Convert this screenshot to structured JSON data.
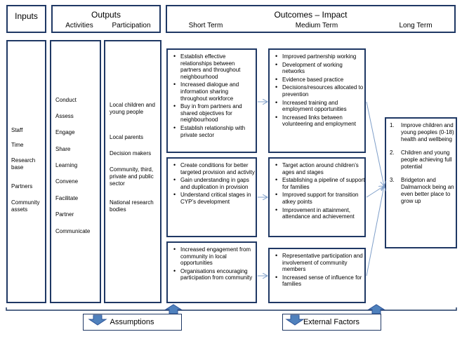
{
  "headers": {
    "inputs": "Inputs",
    "outputs": "Outputs",
    "activities": "Activities",
    "participation": "Participation",
    "outcomes": "Outcomes – Impact",
    "short_term": "Short Term",
    "medium_term": "Medium Term",
    "long_term": "Long Term"
  },
  "inputs": [
    "Staff",
    "Time",
    "Research base",
    "Partners",
    "Community assets"
  ],
  "activities": [
    "Conduct",
    "Assess",
    "Engage",
    "Share",
    "Learning",
    "Convene",
    "Facilitate",
    "Partner",
    "Communicate"
  ],
  "participation": [
    "Local children and young people",
    "Local parents",
    "Decision makers",
    "Community, third, private and public sector",
    "National research bodies"
  ],
  "short_term": [
    [
      "Establish effective relationships between partners and throughout neighbourhood",
      "Increased dialogue and information sharing throughout workforce",
      "Buy in from partners and shared objectives for neighbourhood",
      "Establish relationship with private sector"
    ],
    [
      "Create conditions for better targeted provision and activity",
      "Gain understanding in gaps and duplication in provision",
      "Understand critical stages in CYP’s development"
    ],
    [
      "Increased engagement from community in local opportunities",
      "Organisations encouraging participation from community"
    ]
  ],
  "medium_term": [
    [
      "Improved partnership working",
      "Development of working networks",
      "Evidence based practice",
      "Decisions/resources allocated to prevention",
      "Increased training and employment opportunities",
      "Increased links between volunteering and employment"
    ],
    [
      "Target action around children’s ages and stages",
      "Establishing a pipeline of support for families",
      "Improved support for transition atkey points",
      "Improvement in attainment, attendance and achievement"
    ],
    [
      "Representative participation and involvement of community members",
      "Increased sense of influence for families"
    ]
  ],
  "long_term": [
    {
      "num": "1.",
      "text": "Improve children and young peoples (0-18) health and wellbeing"
    },
    {
      "num": "2.",
      "text": "Children and young people achieving full potential"
    },
    {
      "num": "3.",
      "text": "Bridgeton and Dalmarnock being an even better place to grow up"
    }
  ],
  "bottom": {
    "assumptions": "Assumptions",
    "external_factors": "External Factors"
  },
  "colors": {
    "border": "#1f3864",
    "arrow_fill": "#4f81bd",
    "connector": "#7f9fc9"
  }
}
